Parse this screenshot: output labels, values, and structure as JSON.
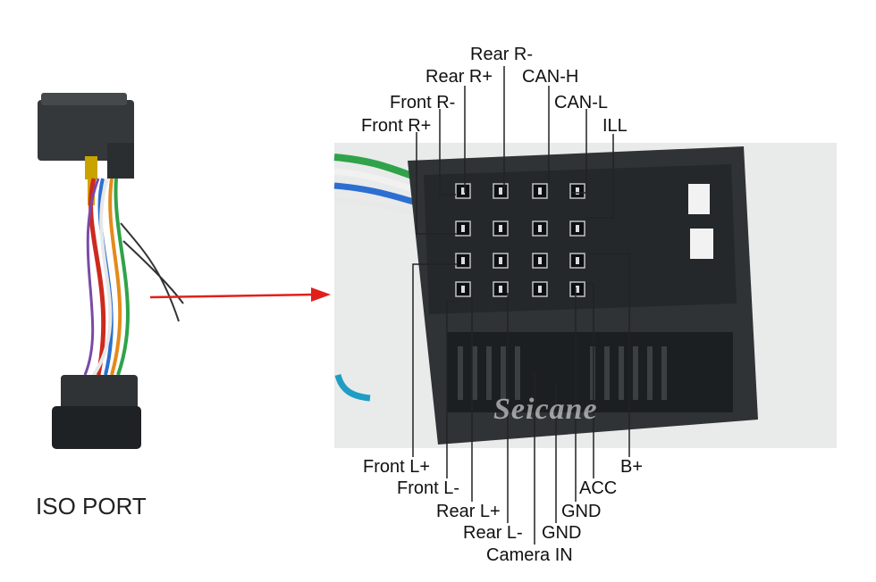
{
  "left_caption": "ISO PORT",
  "watermark": "Seicane",
  "labels": {
    "rear_r_minus": "Rear R-",
    "rear_r_plus": "Rear R+",
    "can_h": "CAN-H",
    "front_r_minus": "Front R-",
    "can_l": "CAN-L",
    "front_r_plus": "Front R+",
    "ill": "ILL",
    "front_l_plus": "Front L+",
    "b_plus": "B+",
    "front_l_minus": "Front L-",
    "acc": "ACC",
    "rear_l_plus": "Rear L+",
    "gnd_1": "GND",
    "rear_l_minus": "Rear L-",
    "gnd_2": "GND",
    "camera_in": "Camera IN"
  },
  "colors": {
    "arrow": "#e0201c",
    "connector_body": "#2f3336",
    "leader_line": "#222222",
    "label_text": "#111111"
  }
}
